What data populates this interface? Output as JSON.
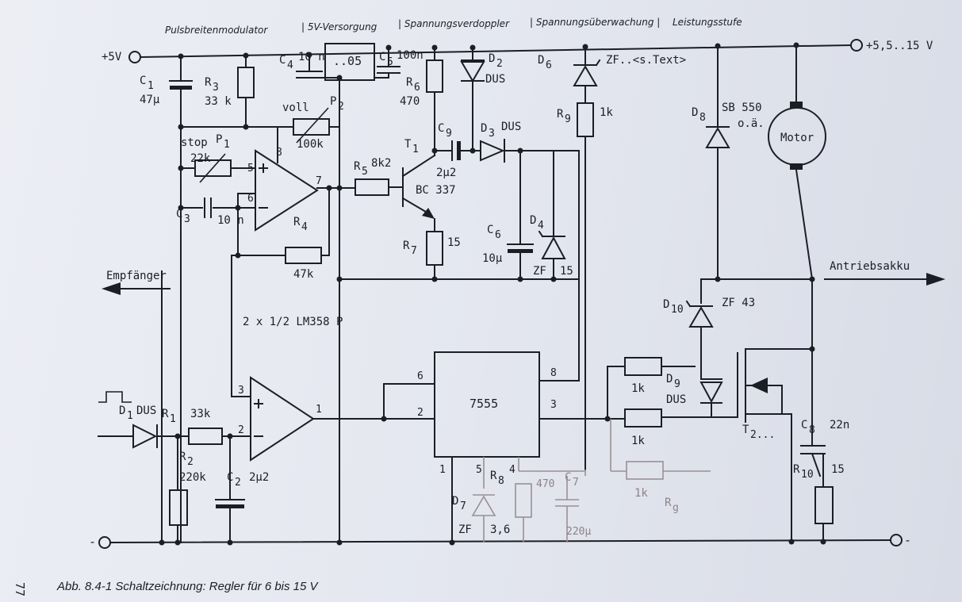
{
  "sections": {
    "pwm": "Pulsbreitenmodulator",
    "supply": "| 5V-Versorgung",
    "doubler": "| Spannungsverdoppler",
    "monitor": "| Spannungsüberwachung |",
    "power": "Leistungsstufe"
  },
  "rails": {
    "plus5": "+5V",
    "plus_bat": "+5,5..15 V",
    "minus_left": "-",
    "minus_right": "-"
  },
  "io": {
    "receiver": "Empfänger",
    "battery": "Antriebsakku"
  },
  "components": {
    "c1": "C",
    "c1_sub": "1",
    "c1_val": "47µ",
    "r3": "R",
    "r3_sub": "3",
    "r3_val": "33 k",
    "c4": "C",
    "c4_sub": "4",
    "c4_val": "10 n",
    "reg": "..05",
    "c5": "C",
    "c5_sub": "5",
    "c5_val": "100n",
    "r6": "R",
    "r6_sub": "6",
    "r6_val": "470",
    "d2": "D",
    "d2_sub": "2",
    "d2_val": "DUS",
    "d6": "D",
    "d6_sub": "6",
    "d6_val": "ZF..<s.Text>",
    "r9": "R",
    "r9_sub": "9",
    "r9_val": "1k",
    "d8": "D",
    "d8_sub": "8",
    "d8_val": "SB 550",
    "d8_val2": "o.ä.",
    "motor": "Motor",
    "p2_full": "voll",
    "p2": "P",
    "p2_sub": "2",
    "p2_val": "100k",
    "stop": "stop",
    "p1": "P",
    "p1_sub": "1",
    "p1_val": "22k",
    "c9": "C",
    "c9_sub": "9",
    "c9_val": "2µ2",
    "d3": "D",
    "d3_sub": "3",
    "d3_val": "DUS",
    "t1": "T",
    "t1_sub": "1",
    "t1_val": "BC 337",
    "r5": "R",
    "r5_sub": "5",
    "r5_val": "8k2",
    "c3": "C",
    "c3_sub": "3",
    "c3_val": "10 n",
    "r4": "R",
    "r4_sub": "4",
    "r4_val": "47k",
    "r7": "R",
    "r7_sub": "7",
    "r7_val": "15",
    "c6": "C",
    "c6_sub": "6",
    "c6_val": "10µ",
    "d4": "D",
    "d4_sub": "4",
    "d4_val": "ZF",
    "d4_val2": "15",
    "opamp_note": "2 x 1/2 LM358 P",
    "d10": "D",
    "d10_sub": "10",
    "d10_val": "ZF 43",
    "timer": "7555",
    "d9": "D",
    "d9_sub": "9",
    "d9_val": "DUS",
    "r_1k_a": "1k",
    "r_1k_b": "1k",
    "r_1k_c": "1k",
    "rg": "R",
    "rg_sub": "g",
    "t2": "T",
    "t2_sub": "2...",
    "c8": "C",
    "c8_sub": "8",
    "c8_val": "22n",
    "r10": "R",
    "r10_sub": "10",
    "r10_val": "15",
    "d1": "D",
    "d1_sub": "1",
    "d1_val": "DUS",
    "r1": "R",
    "r1_sub": "1",
    "r1_val": "33k",
    "r2": "R",
    "r2_sub": "2",
    "r2_val": "220k",
    "c2": "C",
    "c2_sub": "2",
    "c2_val": "2µ2",
    "d7": "D",
    "d7_sub": "7",
    "d7_val": "ZF",
    "r8": "R",
    "r8_sub": "8",
    "r8_val": "3,6",
    "c7": "C",
    "c7_sub": "7",
    "r8_faded": "470",
    "c7_faded": "220µ"
  },
  "pins": {
    "u1_5": "5",
    "u1_6": "6",
    "u1_7": "7",
    "u1_8": "8",
    "u2_3": "3",
    "u2_2": "2",
    "u2_1": "1",
    "t_6": "6",
    "t_2": "2",
    "t_8": "8",
    "t_3": "3",
    "t_1": "1",
    "t_5": "5",
    "t_4": "4"
  },
  "page_number": "77",
  "caption": "Abb. 8.4-1  Schaltzeichnung: Regler für 6 bis 15 V"
}
